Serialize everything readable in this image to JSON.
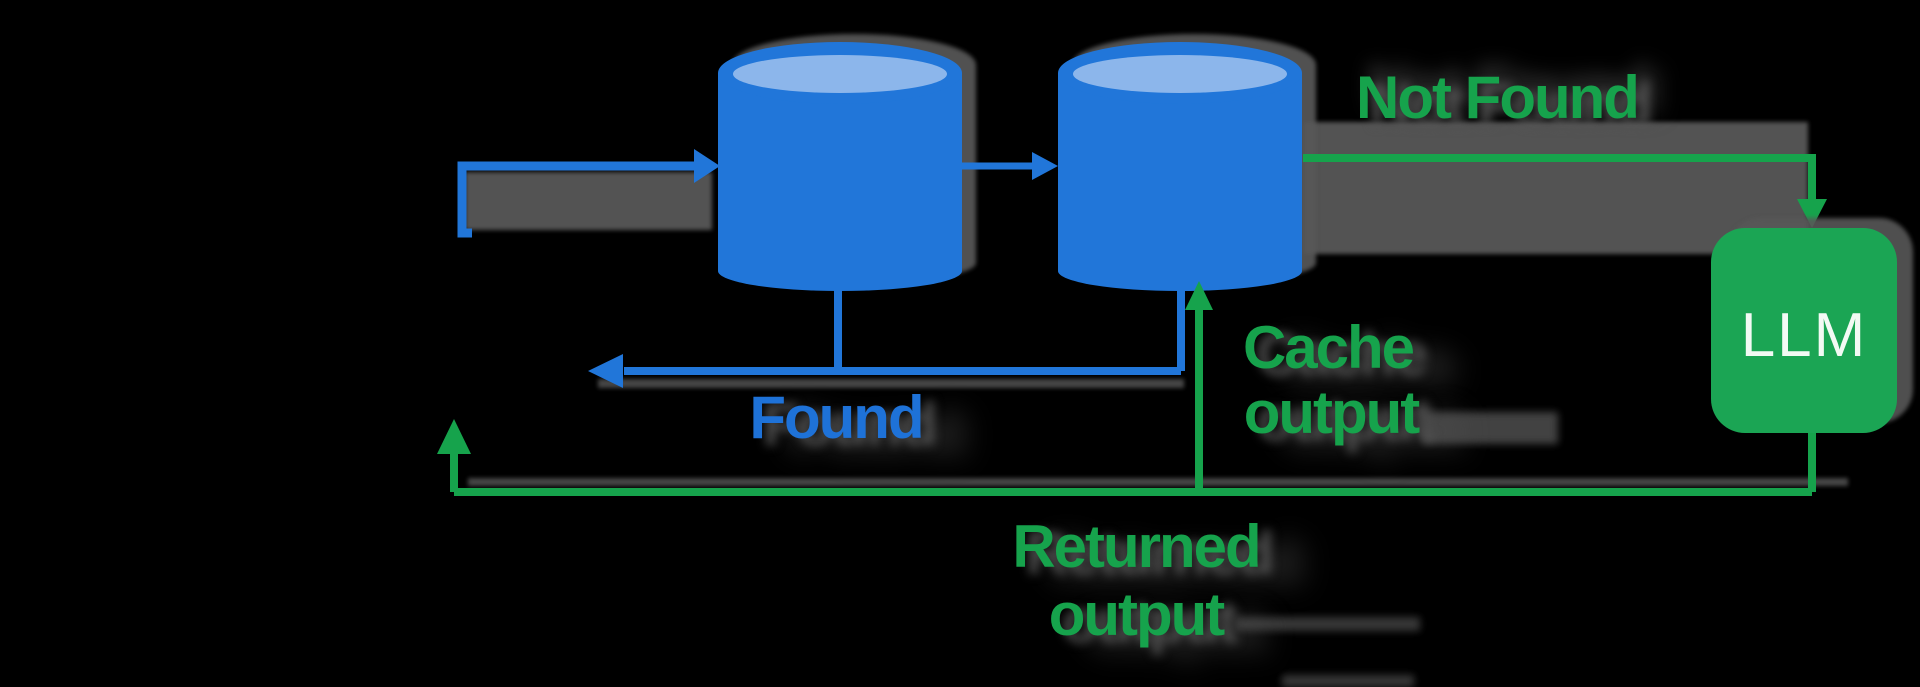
{
  "colors": {
    "background": "#000000",
    "blue": "#2176D9",
    "blue_light": "#8CB6EB",
    "blue_text": "#1E72D8",
    "green": "#16A34C",
    "green_box": "#1BA554",
    "shadow_gray": "#585858",
    "shadow_gray_dark": "#4A4A4A",
    "llm_text": "#F2FAF4"
  },
  "nodes": {
    "cache_db_primary": {
      "icon": "database-cylinder-icon"
    },
    "cache_db_secondary": {
      "icon": "database-cylinder-icon"
    },
    "llm": {
      "label": "LLM"
    }
  },
  "edge_labels": {
    "found": "Found",
    "not_found": "Not Found",
    "cache_output": {
      "line1": "Cache",
      "line2": "output"
    },
    "returned_output": {
      "line1": "Returned",
      "line2": "output"
    }
  }
}
